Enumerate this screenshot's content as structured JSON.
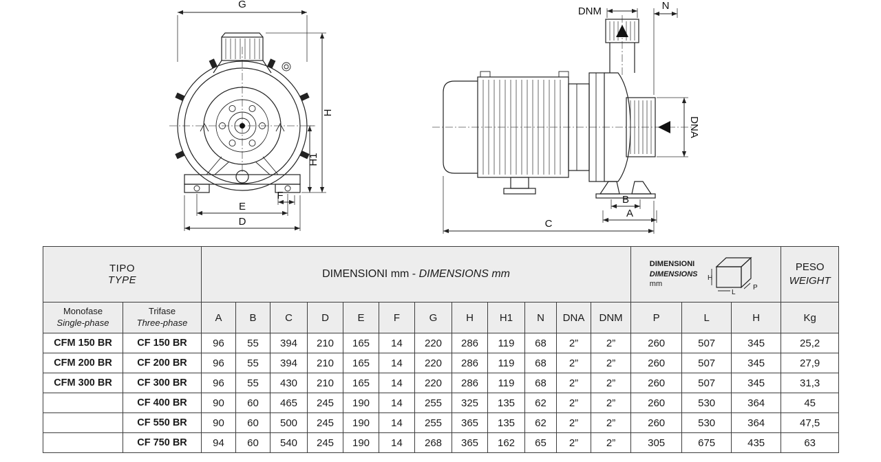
{
  "drawing": {
    "front_labels": {
      "g": "G",
      "h": "H",
      "h1": "H1",
      "e": "E",
      "f": "F",
      "d": "D"
    },
    "side_labels": {
      "dnm": "DNM",
      "n": "N",
      "dna": "DNA",
      "b": "B",
      "a": "A",
      "c": "C"
    }
  },
  "table": {
    "headers": {
      "tipo": "TIPO",
      "type": "TYPE",
      "dimensions_left": "DIMENSIONI mm - ",
      "dimensions_right": "DIMENSIONS mm",
      "dim_box": {
        "line1": "DIMENSIONI",
        "line2": "DIMENSIONS",
        "line3": "mm",
        "box_h": "H",
        "box_l": "L",
        "box_p": "P"
      },
      "peso": "PESO",
      "weight": "WEIGHT",
      "monofase": "Monofase",
      "single_phase": "Single-phase",
      "trifase": "Trifase",
      "three_phase": "Three-phase",
      "columns": [
        "A",
        "B",
        "C",
        "D",
        "E",
        "F",
        "G",
        "H",
        "H1",
        "N",
        "DNA",
        "DNM"
      ],
      "box_columns": [
        "P",
        "L",
        "H"
      ],
      "weight_unit": "Kg"
    },
    "rows": [
      {
        "monofase": "CFM 150 BR",
        "trifase": "CF 150 BR",
        "values": [
          "96",
          "55",
          "394",
          "210",
          "165",
          "14",
          "220",
          "286",
          "119",
          "68",
          "2”",
          "2”",
          "260",
          "507",
          "345",
          "25,2"
        ]
      },
      {
        "monofase": "CFM 200 BR",
        "trifase": "CF 200 BR",
        "values": [
          "96",
          "55",
          "394",
          "210",
          "165",
          "14",
          "220",
          "286",
          "119",
          "68",
          "2”",
          "2”",
          "260",
          "507",
          "345",
          "27,9"
        ]
      },
      {
        "monofase": "CFM 300 BR",
        "trifase": "CF 300 BR",
        "values": [
          "96",
          "55",
          "430",
          "210",
          "165",
          "14",
          "220",
          "286",
          "119",
          "68",
          "2”",
          "2”",
          "260",
          "507",
          "345",
          "31,3"
        ]
      },
      {
        "monofase": "",
        "trifase": "CF 400 BR",
        "values": [
          "90",
          "60",
          "465",
          "245",
          "190",
          "14",
          "255",
          "325",
          "135",
          "62",
          "2”",
          "2”",
          "260",
          "530",
          "364",
          "45"
        ]
      },
      {
        "monofase": "",
        "trifase": "CF 550 BR",
        "values": [
          "90",
          "60",
          "500",
          "245",
          "190",
          "14",
          "255",
          "365",
          "135",
          "62",
          "2”",
          "2”",
          "260",
          "530",
          "364",
          "47,5"
        ]
      },
      {
        "monofase": "",
        "trifase": "CF 750 BR",
        "values": [
          "94",
          "60",
          "540",
          "245",
          "190",
          "14",
          "268",
          "365",
          "162",
          "65",
          "2”",
          "2”",
          "305",
          "675",
          "435",
          "63"
        ]
      }
    ]
  }
}
